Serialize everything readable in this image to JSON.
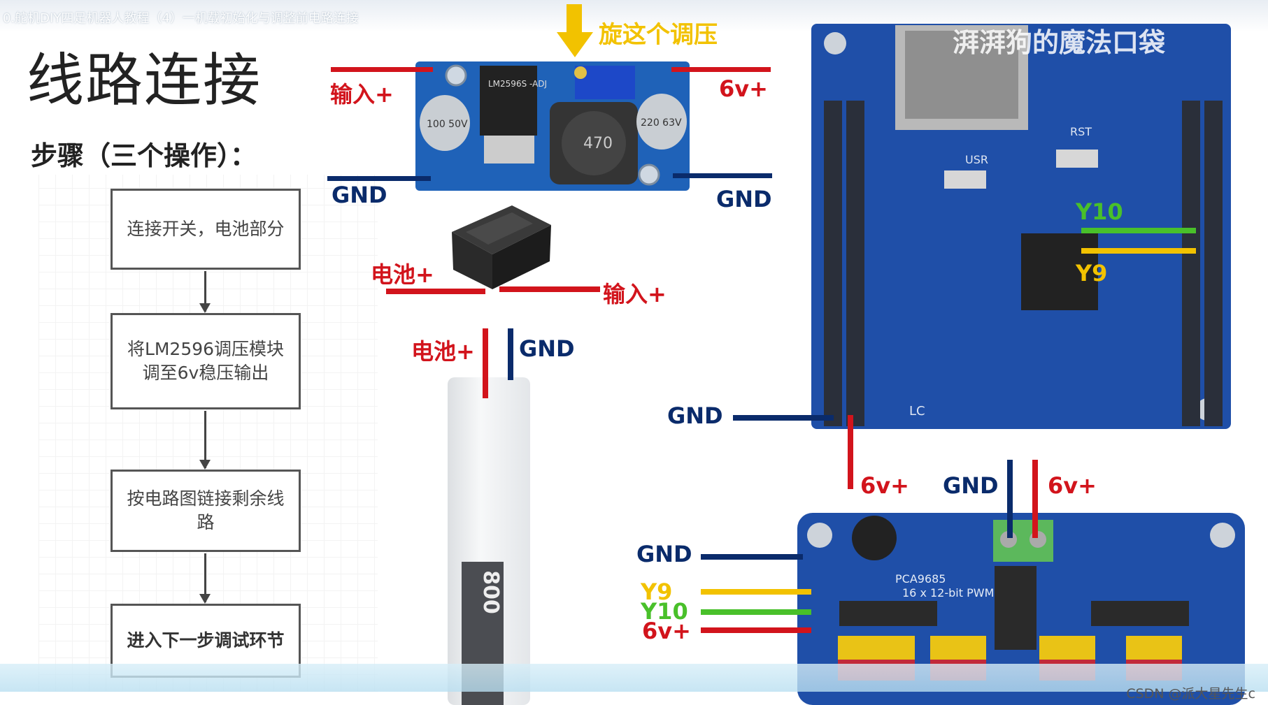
{
  "top_bar_text": "0.舵机DIY四足机器人教程（4）一机载初始化与调整前电路连接",
  "title": "线路连接",
  "steps_title": "步骤（三个操作）：",
  "flow_steps": [
    "连接开关，电池部分",
    "将LM2596调压模块调至6v稳压输出",
    "按电路图链接剩余线路",
    "进入下一步调试环节"
  ],
  "labels": {
    "adjust_here": "旋这个调压",
    "input_plus_top": "输入+",
    "six_v_plus_top": "6v+",
    "gnd_left_top": "GND",
    "gnd_right_top": "GND",
    "battery_plus_switch": "电池+",
    "input_plus_switch": "输入+",
    "battery_plus_batt": "电池+",
    "gnd_batt": "GND",
    "y10_board": "Y10",
    "y9_board": "Y9",
    "gnd_board": "GND",
    "six_v_board": "6v+",
    "gnd_pca_top": "GND",
    "six_v_pca_top": "6v+",
    "gnd_pca_left": "GND",
    "y9_pca": "Y9",
    "y10_pca": "Y10",
    "six_v_pca_left": "6v+"
  },
  "module_text": {
    "lm2596_chip": "LM2596S -ADJ",
    "inductor": "470",
    "cap_left": "100 50V",
    "cap_right": "220 63V",
    "pca_name": "PCA9685",
    "pca_desc": "16 x 12-bit PWM",
    "battery": "800",
    "board_rst": "RST",
    "board_usr": "USR",
    "board_lc": "LC"
  },
  "watermark": "湃湃狗的魔法口袋",
  "credit": "CSDN @派大星先生c",
  "colors": {
    "red": "#d2141c",
    "blue": "#0a2b6b",
    "yellow": "#f2c200",
    "green": "#49c02a",
    "pcb": "#1f4fa8"
  }
}
